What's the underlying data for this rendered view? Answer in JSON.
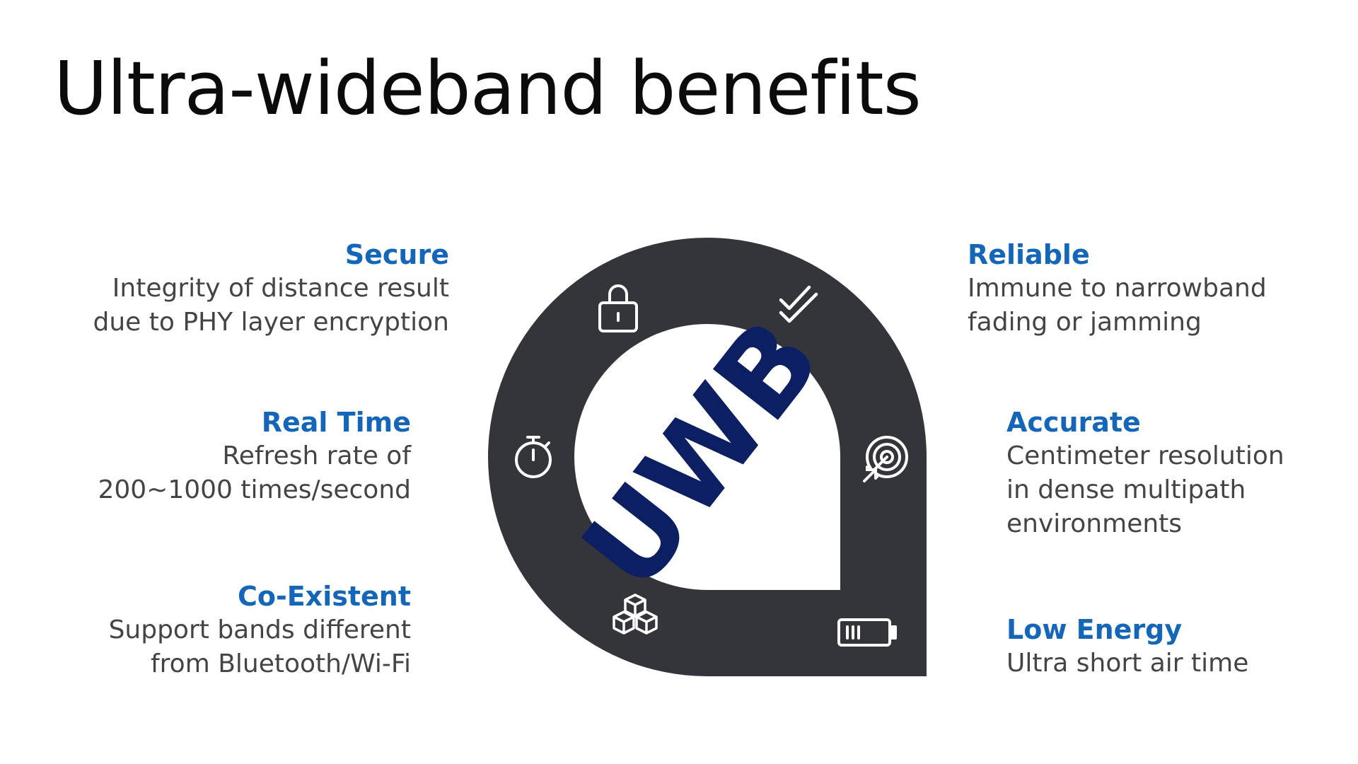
{
  "title": "Ultra-wideband benefits",
  "center_label": "UWB",
  "colors": {
    "heading": "#1467b8",
    "body_text": "#444444",
    "ring": "#34353a",
    "center_text": "#0c1f63",
    "icon": "#ffffff"
  },
  "benefits": {
    "secure": {
      "heading": "Secure",
      "lines": [
        "Integrity of distance result",
        "due to PHY layer encryption"
      ],
      "icon": "padlock-icon"
    },
    "real_time": {
      "heading": "Real Time",
      "lines": [
        "Refresh rate of",
        "200~1000 times/second"
      ],
      "icon": "stopwatch-icon"
    },
    "co_existent": {
      "heading": "Co-Existent",
      "lines": [
        "Support bands different",
        "from Bluetooth/Wi-Fi"
      ],
      "icon": "cubes-icon"
    },
    "reliable": {
      "heading": "Reliable",
      "lines": [
        "Immune to narrowband",
        "fading or jamming"
      ],
      "icon": "double-check-icon"
    },
    "accurate": {
      "heading": "Accurate",
      "lines": [
        "Centimeter resolution",
        "in dense multipath",
        "environments"
      ],
      "icon": "target-icon"
    },
    "low_energy": {
      "heading": "Low Energy",
      "lines": [
        "Ultra short air time"
      ],
      "icon": "battery-icon"
    }
  }
}
